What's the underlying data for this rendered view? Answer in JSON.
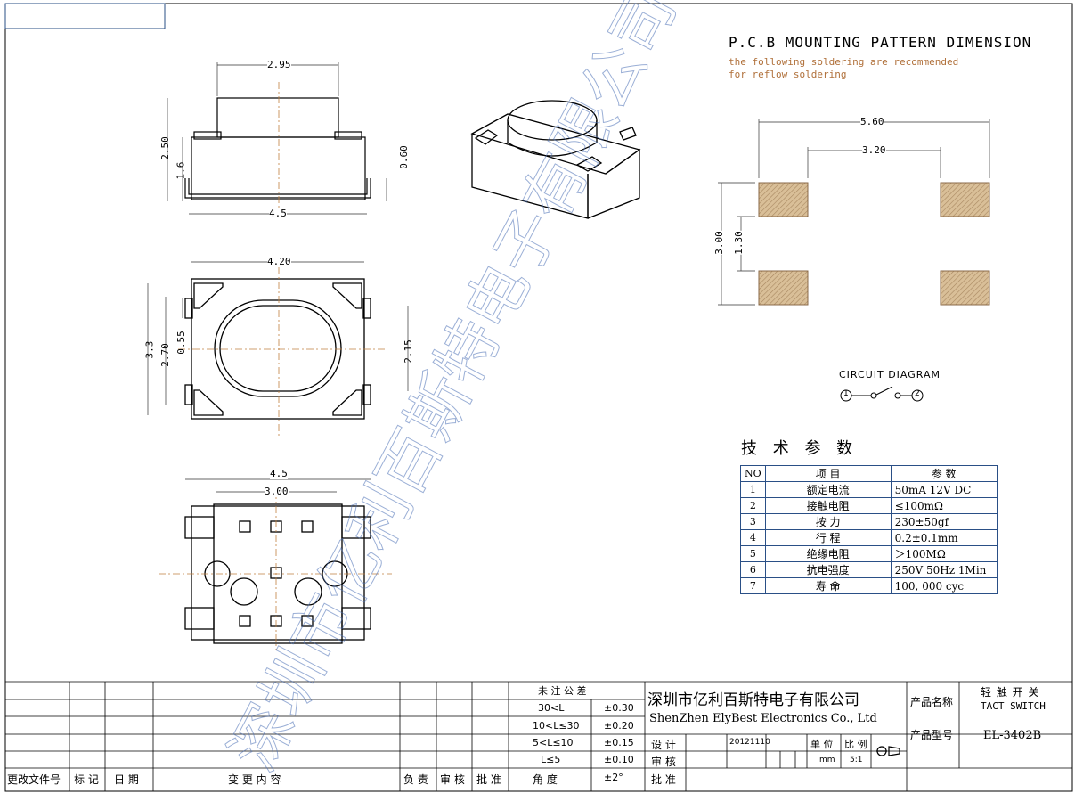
{
  "pcb": {
    "title": "P.C.B MOUNTING PATTERN DIMENSION",
    "note_line1": "the following soldering are recommended",
    "note_line2": "for reflow soldering",
    "dim_width": "5.60",
    "dim_inner": "3.20",
    "dim_height": "3.00",
    "dim_gap": "1.30"
  },
  "circuit": {
    "title": "CIRCUIT DIAGRAM",
    "pin1": "1",
    "pin2": "2"
  },
  "views": {
    "side_top_width": "2.95",
    "side_height": "2.50",
    "side_body": "1.6",
    "side_lead": "0.60",
    "side_base": "4.5",
    "top_width": "4.20",
    "top_height": "3.3",
    "top_inner": "2.70",
    "top_lead": "0.55",
    "top_oval": "2.15",
    "bottom_width": "4.5",
    "bottom_inner": "3.00"
  },
  "specs": {
    "title": "技 术 参 数",
    "headers": [
      "NO",
      "项  目",
      "参  数"
    ],
    "rows": [
      [
        "1",
        "额定电流",
        "50mA 12V DC"
      ],
      [
        "2",
        "接触电阻",
        "≤100mΩ"
      ],
      [
        "3",
        "按    力",
        "230±50gf"
      ],
      [
        "4",
        "行    程",
        "0.2±0.1mm"
      ],
      [
        "5",
        "绝缘电阻",
        "＞100MΩ"
      ],
      [
        "6",
        "抗电强度",
        "250V 50Hz 1Min"
      ],
      [
        "7",
        "寿    命",
        "100, 000 cyc"
      ]
    ]
  },
  "titleblock": {
    "tolerance_title": "未 注 公 差",
    "tol_rows": [
      [
        "30<L",
        "±0.30"
      ],
      [
        "10<L≤30",
        "±0.20"
      ],
      [
        "5<L≤10",
        "±0.15"
      ],
      [
        "L≤5",
        "±0.10"
      ],
      [
        "角    度",
        "±2°"
      ]
    ],
    "company_cn": "深圳市亿利百斯特电子有限公司",
    "company_en": "ShenZhen ElyBest Electronics Co., Ltd",
    "product_name_label": "产品名称",
    "product_name_cn": "轻 触 开 关",
    "product_name_en": "TACT SWITCH",
    "product_model_label": "产品型号",
    "product_model": "EL-3402B",
    "design_label": "设 计",
    "design_date": "20121110",
    "unit_label": "单 位",
    "scale_label": "比 例",
    "unit_value": "mm",
    "scale_value": "5:1",
    "review_label": "审 核",
    "approve_label": "批 准",
    "footer_labels": [
      "更改文件号",
      "标 记",
      "日 期",
      "变 更 内 容",
      "负 责",
      "审 核",
      "批 准"
    ],
    "watermark": "深圳市亿利百斯特电子有限公司"
  },
  "colors": {
    "line": "#000000",
    "dimension": "#333333",
    "pad": "#c9a77c",
    "table_border": "#2a4f86",
    "note": "#b0703a",
    "watermark": "#4a6fb5"
  }
}
